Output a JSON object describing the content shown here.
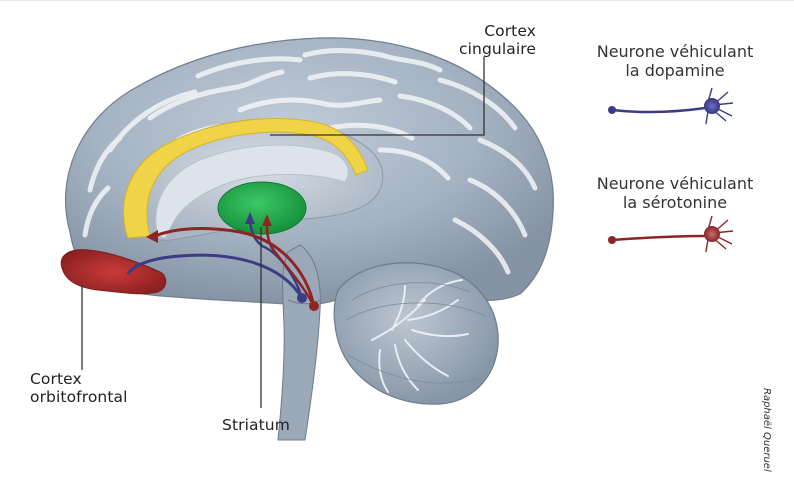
{
  "labels": {
    "cortex_cingulaire": [
      "Cortex",
      "cingulaire"
    ],
    "cortex_orbitofrontal": [
      "Cortex",
      "orbitofrontal"
    ],
    "striatum": "Striatum"
  },
  "legend": {
    "dopamine": [
      "Neurone véhiculant",
      "la dopamine"
    ],
    "serotonine": [
      "Neurone véhiculant",
      "la sérotonine"
    ]
  },
  "credit": "Raphaël Queruel",
  "colors": {
    "dopamine": "#3a3c86",
    "serotonine": "#8e2424",
    "cingulate": "#f2d84c",
    "striatum": "#1fa84a",
    "orbitofrontal": "#b02a2a",
    "brain": "#9fadbd",
    "brain_dark": "#7d8c9d"
  }
}
